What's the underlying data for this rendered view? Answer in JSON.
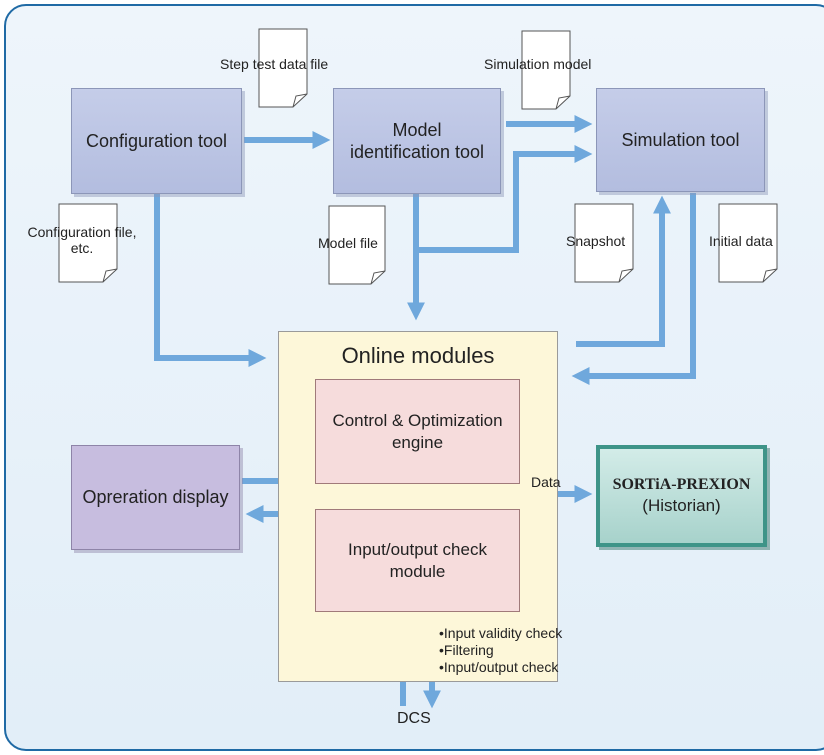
{
  "boxes": {
    "config_tool": "Configuration tool",
    "model_id_tool": "Model identification tool",
    "simulation_tool": "Simulation tool",
    "online_modules": "Online modules",
    "control_engine": "Control & Optimization engine",
    "io_check": "Input/output check module",
    "operation_display": "Opreration display",
    "historian_brand": "SORTiA-PREXION",
    "historian_sub": "(Historian)"
  },
  "labels": {
    "step_test_data_file": "Step test data file",
    "simulation_model": "Simulation model",
    "configuration_file": "Configuration file, etc.",
    "model_file": "Model file",
    "snapshot": "Snapshot",
    "initial_data": "Initial data",
    "data": "Data",
    "dcs": "DCS"
  },
  "checks": [
    "Input validity check",
    "Filtering",
    "Input/output check"
  ],
  "colors": {
    "arrow": "#6fa8dc",
    "frame_border": "#1f6aa5",
    "tool_box": "#b8c2e3",
    "online_bg": "#fdf7d9",
    "engine_bg": "#f6dcdc",
    "historian_border": "#3e9488"
  }
}
